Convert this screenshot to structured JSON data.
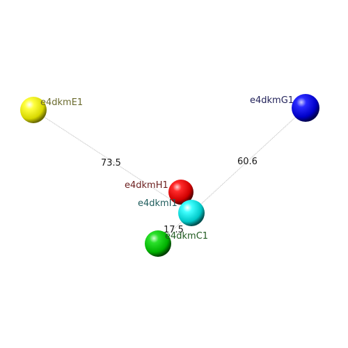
{
  "nodes": [
    {
      "id": "E1",
      "label": "e4dkmE1",
      "color": "#ffff00",
      "label_color": "#6b6b2e"
    },
    {
      "id": "G1",
      "label": "e4dkmG1",
      "color": "#0000ff",
      "label_color": "#22225a"
    },
    {
      "id": "H1",
      "label": "e4dkmH1",
      "color": "#ff0000",
      "label_color": "#6b1e1e"
    },
    {
      "id": "I1",
      "label": "e4dkmI1",
      "color": "#00ffff",
      "label_color": "#1e5c5c"
    },
    {
      "id": "C1",
      "label": "e4dkmC1",
      "color": "#00cc00",
      "label_color": "#1f5a1f"
    }
  ],
  "edges": [
    {
      "from": "E1",
      "to": "I1",
      "distance": "73.5"
    },
    {
      "from": "G1",
      "to": "I1",
      "distance": "60.6"
    },
    {
      "from": "I1",
      "to": "C1",
      "distance": "17.5"
    }
  ]
}
